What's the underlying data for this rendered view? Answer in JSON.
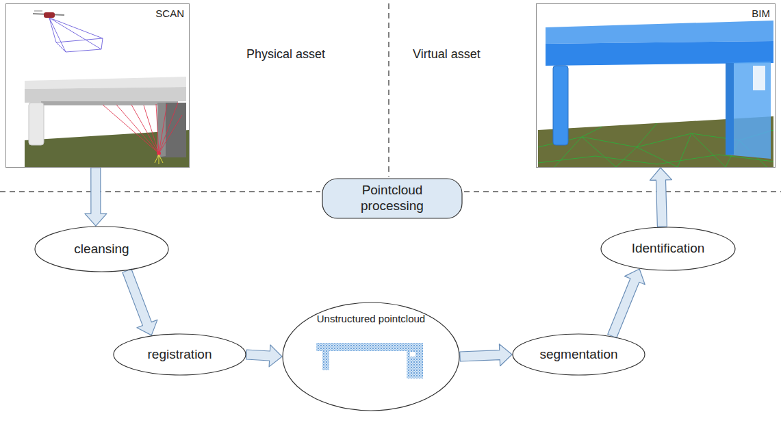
{
  "diagram": {
    "nodes": [
      {
        "text": [
          "SCAN"
        ]
      },
      {
        "text": [
          "BIM"
        ]
      },
      {
        "text": [
          "Pointcloud processing"
        ]
      },
      {
        "text": [
          "cleansing"
        ]
      },
      {
        "text": [
          "Identification"
        ]
      },
      {
        "text": [
          "registration"
        ]
      },
      {
        "text": [
          "Unstructured pointcloud"
        ]
      },
      {
        "text": [
          "segmentation"
        ]
      }
    ],
    "edges": [
      {
        "from": 0,
        "to": 3,
        "arrow": "to"
      },
      {
        "from": 3,
        "to": 5,
        "arrow": "to"
      },
      {
        "from": 5,
        "to": 6,
        "arrow": "to"
      },
      {
        "from": 6,
        "to": 7,
        "arrow": "to"
      },
      {
        "from": 7,
        "to": 4,
        "arrow": "to"
      },
      {
        "from": 4,
        "to": 1,
        "arrow": "to"
      }
    ],
    "labels": [
      "Physical asset",
      "Virtual asset"
    ]
  }
}
